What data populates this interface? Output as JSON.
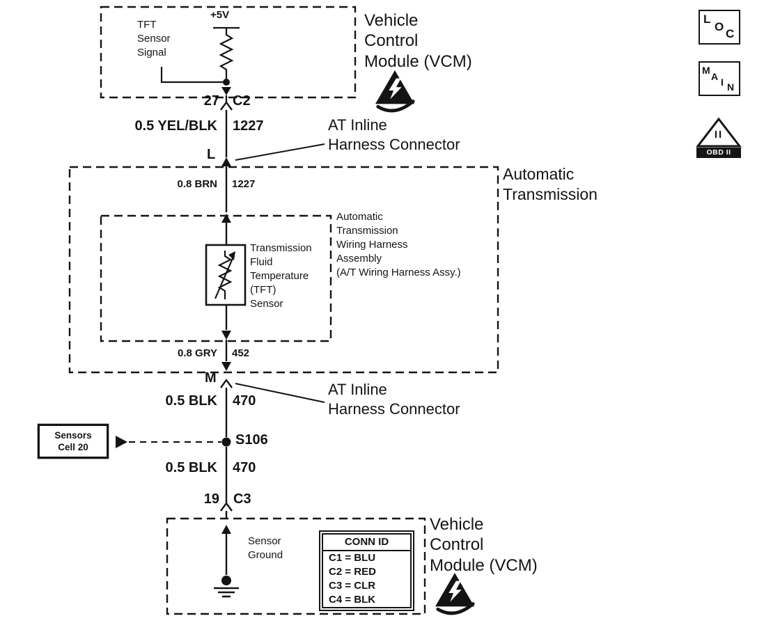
{
  "top_vcm": {
    "title": "Vehicle\nControl\nModule (VCM)",
    "signal_label": "TFT\nSensor\nSignal",
    "voltage": "+5V"
  },
  "connector_c2": {
    "pin": "27",
    "cavity": "C2"
  },
  "wire_yel_blk": {
    "gauge_color": "0.5 YEL/BLK",
    "circuit": "1227"
  },
  "connector_l": {
    "pin": "L",
    "label": "AT Inline\nHarness Connector"
  },
  "transmission": {
    "title": "Automatic\nTransmission",
    "wire_brn": {
      "gauge_color": "0.8 BRN",
      "circuit": "1227"
    },
    "sensor_label": "Transmission\nFluid\nTemperature\n(TFT)\nSensor",
    "harness_label": "Automatic\nTransmission\nWiring Harness\nAssembly\n(A/T Wiring Harness Assy.)",
    "wire_gry": {
      "gauge_color": "0.8 GRY",
      "circuit": "452"
    }
  },
  "connector_m": {
    "pin": "M",
    "label": "AT Inline\nHarness Connector"
  },
  "wire_blk_upper": {
    "gauge_color": "0.5 BLK",
    "circuit": "470"
  },
  "sensors_cell": {
    "label": "Sensors\nCell 20"
  },
  "splice": {
    "id": "S106"
  },
  "wire_blk_lower": {
    "gauge_color": "0.5 BLK",
    "circuit": "470"
  },
  "connector_c3": {
    "pin": "19",
    "cavity": "C3"
  },
  "bottom_vcm": {
    "title": "Vehicle\nControl\nModule (VCM)",
    "ground_label": "Sensor\nGround",
    "conn_id": {
      "header": "CONN ID",
      "rows": [
        "C1 = BLU",
        "C2 = RED",
        "C3 = CLR",
        "C4 = BLK"
      ]
    }
  },
  "legend": {
    "loc": [
      "L",
      "O",
      "C"
    ],
    "main": [
      "M",
      "A",
      "I",
      "N"
    ],
    "obd_ii": {
      "symbol": "II",
      "banner": "OBD II"
    }
  }
}
